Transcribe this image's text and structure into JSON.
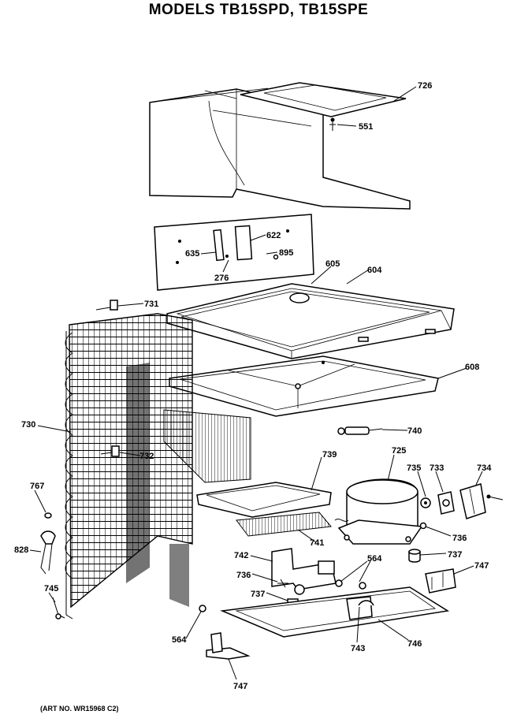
{
  "diagram": {
    "title": "MODELS TB15SPD, TB15SPE",
    "art_number": "(ART NO. WR15968 C2)",
    "callouts": [
      {
        "id": "c726",
        "text": "726"
      },
      {
        "id": "c551",
        "text": "551"
      },
      {
        "id": "c622",
        "text": "622"
      },
      {
        "id": "c635",
        "text": "635"
      },
      {
        "id": "c895",
        "text": "895"
      },
      {
        "id": "c276",
        "text": "276"
      },
      {
        "id": "c605",
        "text": "605"
      },
      {
        "id": "c604",
        "text": "604"
      },
      {
        "id": "c731",
        "text": "731"
      },
      {
        "id": "c608",
        "text": "608"
      },
      {
        "id": "c730",
        "text": "730"
      },
      {
        "id": "c740",
        "text": "740"
      },
      {
        "id": "c732",
        "text": "732"
      },
      {
        "id": "c739",
        "text": "739"
      },
      {
        "id": "c725",
        "text": "725"
      },
      {
        "id": "c735",
        "text": "735"
      },
      {
        "id": "c733",
        "text": "733"
      },
      {
        "id": "c734",
        "text": "734"
      },
      {
        "id": "c767",
        "text": "767"
      },
      {
        "id": "c736a",
        "text": "736"
      },
      {
        "id": "c741",
        "text": "741"
      },
      {
        "id": "c828",
        "text": "828"
      },
      {
        "id": "c737a",
        "text": "737"
      },
      {
        "id": "c742",
        "text": "742"
      },
      {
        "id": "c564a",
        "text": "564"
      },
      {
        "id": "c747a",
        "text": "747"
      },
      {
        "id": "c736b",
        "text": "736"
      },
      {
        "id": "c737b",
        "text": "737"
      },
      {
        "id": "c745",
        "text": "745"
      },
      {
        "id": "c564b",
        "text": "564"
      },
      {
        "id": "c743",
        "text": "743"
      },
      {
        "id": "c746",
        "text": "746"
      },
      {
        "id": "c747b",
        "text": "747"
      }
    ]
  }
}
